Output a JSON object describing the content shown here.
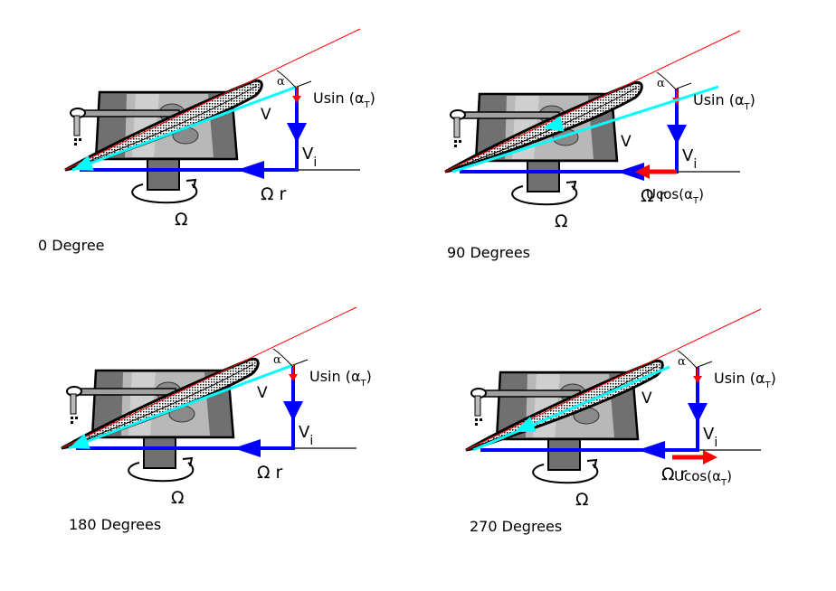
{
  "figure": {
    "title": "Rotor blade velocity components at four azimuth positions",
    "colors": {
      "induced_velocity": "#0000ff",
      "rotational_velocity": "#0000ff",
      "resultant_velocity": "#00ffff",
      "forward_flight_component": "#ff0000",
      "chord_line": "#ff0000",
      "hub_dark": "#707070",
      "hub_light": "#b8b8b8"
    },
    "panels": [
      {
        "id": "panel-0",
        "caption": "0 Degree",
        "azimuth_deg": 0,
        "labels": {
          "alpha": "α",
          "usin": "Usin (α",
          "usin_sub": "T",
          "usin_close": ")",
          "v": "V",
          "vi": "V",
          "vi_sub": "i",
          "omega_r": "Ω r",
          "omega": "Ω"
        },
        "has_ucos": false,
        "ucos_direction": "none"
      },
      {
        "id": "panel-90",
        "caption": "90 Degrees",
        "azimuth_deg": 90,
        "labels": {
          "alpha": "α",
          "usin": "Usin (α",
          "usin_sub": "T",
          "usin_close": ")",
          "v": "V",
          "vi": "V",
          "vi_sub": "i",
          "omega_r": "Ω r",
          "omega": "Ω",
          "ucos": "Ucos(α",
          "ucos_sub": "T",
          "ucos_close": ")"
        },
        "has_ucos": true,
        "ucos_direction": "left"
      },
      {
        "id": "panel-180",
        "caption": "180 Degrees",
        "azimuth_deg": 180,
        "labels": {
          "alpha": "α",
          "usin": "Usin (α",
          "usin_sub": "T",
          "usin_close": ")",
          "v": "V",
          "vi": "V",
          "vi_sub": "i",
          "omega_r": "Ω r",
          "omega": "Ω"
        },
        "has_ucos": false,
        "ucos_direction": "none"
      },
      {
        "id": "panel-270",
        "caption": "270 Degrees",
        "azimuth_deg": 270,
        "labels": {
          "alpha": "α",
          "usin": "Usin (α",
          "usin_sub": "T",
          "usin_close": ")",
          "v": "V",
          "vi": "V",
          "vi_sub": "i",
          "omega_r": "Ω r",
          "omega": "Ω",
          "ucos": "Ucos(α",
          "ucos_sub": "T",
          "ucos_close": ")"
        },
        "has_ucos": true,
        "ucos_direction": "right"
      }
    ]
  }
}
